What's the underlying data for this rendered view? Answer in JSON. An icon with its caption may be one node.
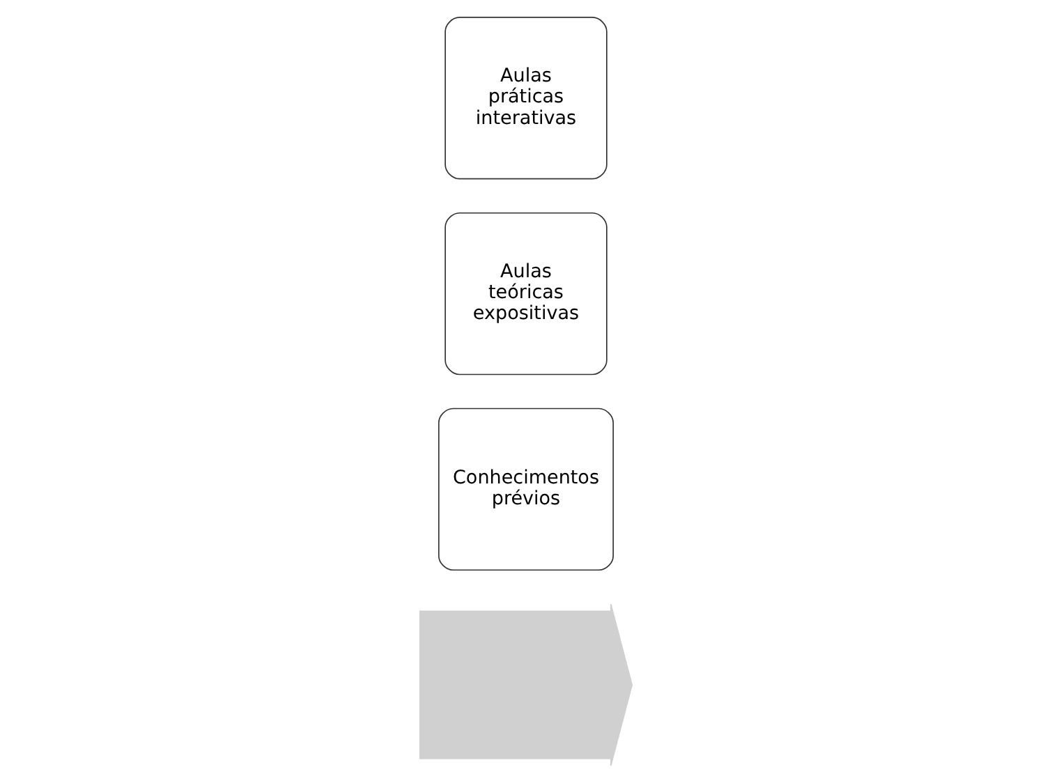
{
  "diagram": {
    "nodes": [
      {
        "text": [],
        "shape": "arrow"
      },
      {
        "text": [
          "Conhecimentos prévios"
        ]
      },
      {
        "text": [
          "Aulas teóricas expositivas"
        ]
      },
      {
        "text": [
          "Aulas práticas interativas"
        ]
      }
    ]
  }
}
